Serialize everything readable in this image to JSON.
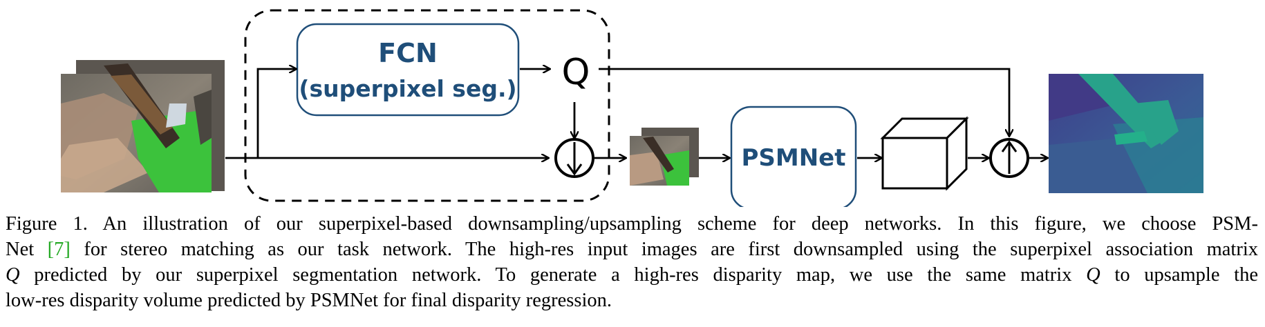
{
  "figure": {
    "fcn_box": {
      "title": "FCN",
      "subtitle": "(superpixel seg.)"
    },
    "q_symbol": "Q",
    "psmnet_box": {
      "title": "PSMNet"
    },
    "colors": {
      "box_border": "#1f4e79",
      "box_text": "#1f4e79",
      "citation": "#22a822",
      "lines": "#000000"
    },
    "icons": {
      "downsample_op": "circle-down-arrow-icon",
      "upsample_op": "circle-up-arrow-icon",
      "volume": "cube-icon"
    }
  },
  "caption": {
    "line1": "Figure 1. An illustration of our superpixel-based downsampling/upsampling scheme for deep networks. In this figure, we choose PSM-",
    "line2_pre": "Net ",
    "line2_cite": "[7]",
    "line2_post": " for stereo matching as our task network. The high-res input images are first downsampled using the superpixel association matrix",
    "line3_math": "Q",
    "line3_post": " predicted by our superpixel segmentation network. To generate a high-res disparity map, we use the same matrix ",
    "line3_math2": "Q",
    "line3_end": " to upsample the",
    "line4": "low-res disparity volume predicted by PSMNet for final disparity regression."
  }
}
